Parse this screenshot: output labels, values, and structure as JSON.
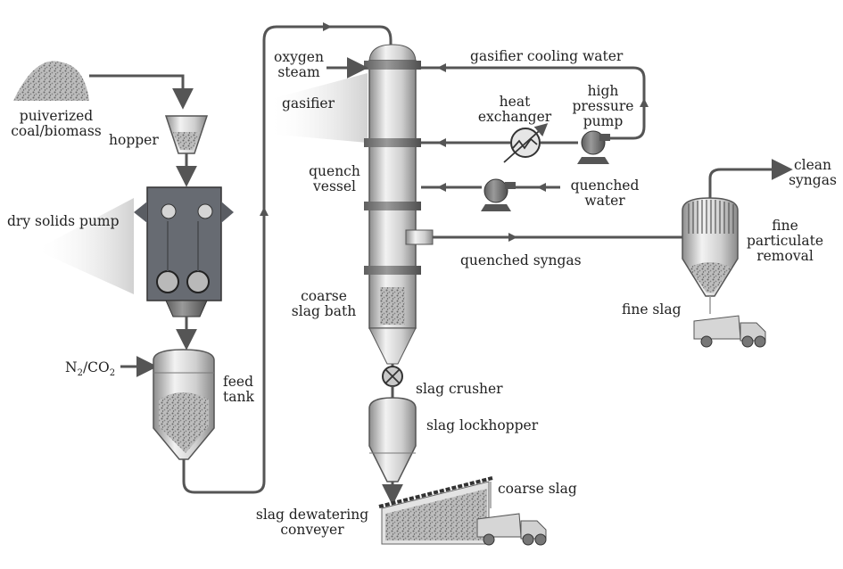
{
  "labels": {
    "pulverized_coal": [
      "puiverized",
      "coal/biomass"
    ],
    "hopper": "hopper",
    "dry_solids_pump": "dry solids pump",
    "n2_co2": {
      "n": "N",
      "sub1": "2",
      "co": "/CO",
      "sub2": "2"
    },
    "feed_tank": [
      "feed",
      "tank"
    ],
    "oxygen_steam": [
      "oxygen",
      "steam"
    ],
    "gasifier": "gasifier",
    "quench_vessel": [
      "quench",
      "vessel"
    ],
    "coarse_slag_bath": [
      "coarse",
      "slag bath"
    ],
    "slag_crusher": "slag crusher",
    "slag_lockhopper": "slag lockhopper",
    "slag_dewatering_conveyer": [
      "slag dewatering",
      "conveyer"
    ],
    "coarse_slag": "coarse slag",
    "gasifier_cooling_water": "gasifier cooling water",
    "heat_exchanger": [
      "heat",
      "exchanger"
    ],
    "high_pressure_pump": [
      "high",
      "pressure",
      "pump"
    ],
    "quenched_water": [
      "quenched",
      "water"
    ],
    "quenched_syngas": "quenched syngas",
    "fine_particulate_removal": [
      "fine",
      "particulate",
      "removal"
    ],
    "fine_slag": "fine slag",
    "clean_syngas": [
      "clean",
      "syngas"
    ]
  }
}
